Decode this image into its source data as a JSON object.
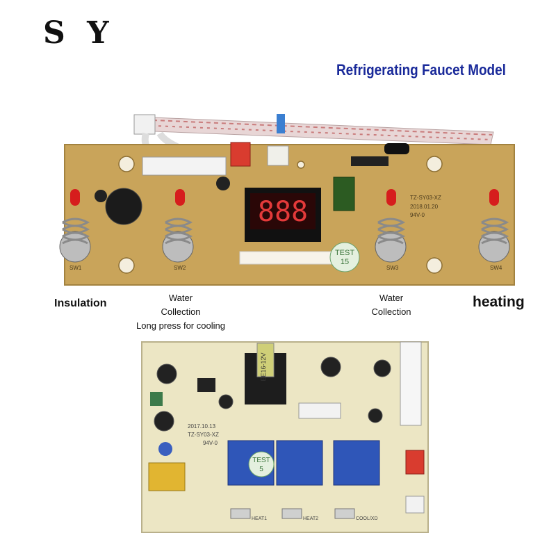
{
  "brand": "S Y",
  "title": "Refrigerating Faucet Model",
  "labels": {
    "insulation": "Insulation",
    "water_collection_left_line1": "Water",
    "water_collection_left_line2": "Collection",
    "long_press": "Long press for cooling",
    "water_collection_right_line1": "Water",
    "water_collection_right_line2": "Collection",
    "heating": "heating"
  },
  "board_top": {
    "display_digits": "888",
    "model_code": "TZ-SY03-XZ",
    "date_code": "2018.01.20",
    "rating": "94V-0",
    "test_sticker_line1": "TEST",
    "test_sticker_line2": "15",
    "switches": [
      "SW1",
      "SW2",
      "SW3",
      "SW4"
    ]
  },
  "board_bottom": {
    "transformer_label": "EE16-12V",
    "model_code": "TZ-SY03-XZ",
    "date_code": "2017.10.13",
    "rating": "94V-0",
    "test_sticker_line1": "TEST",
    "test_sticker_line2": "5",
    "terminals": [
      "HEAT1",
      "HEAT2",
      "COOL/XD"
    ]
  },
  "colors": {
    "pcb_top": "#c9a45a",
    "pcb_bottom": "#ece6c4",
    "title_blue": "#1a2a9a",
    "relay_blue": "#2f56b8"
  }
}
